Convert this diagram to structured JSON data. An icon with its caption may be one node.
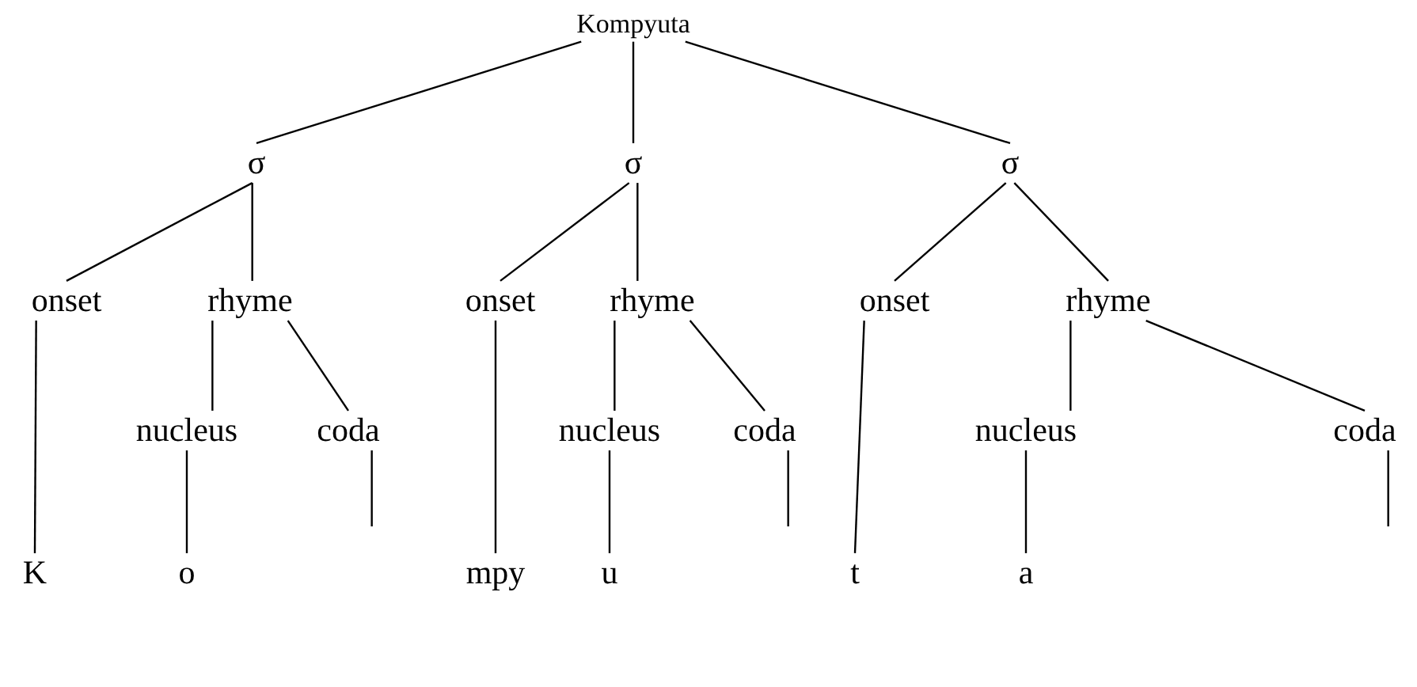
{
  "diagram": {
    "nodes": [
      {
        "text": [
          "Kompyuta"
        ]
      },
      {
        "text": [
          "σ"
        ]
      },
      {
        "text": [
          "σ"
        ]
      },
      {
        "text": [
          "σ"
        ]
      },
      {
        "text": [
          "onset"
        ]
      },
      {
        "text": [
          "rhyme"
        ]
      },
      {
        "text": [
          "onset"
        ]
      },
      {
        "text": [
          "rhyme"
        ]
      },
      {
        "text": [
          "onset"
        ]
      },
      {
        "text": [
          "rhyme"
        ]
      },
      {
        "text": [
          "nucleus"
        ]
      },
      {
        "text": [
          "coda"
        ]
      },
      {
        "text": [
          "nucleus"
        ]
      },
      {
        "text": [
          "coda"
        ]
      },
      {
        "text": [
          "nucleus"
        ]
      },
      {
        "text": [
          "coda"
        ]
      },
      {
        "text": [
          "K"
        ]
      },
      {
        "text": [
          "o"
        ]
      },
      {
        "text": [
          "mpy"
        ]
      },
      {
        "text": [
          "u"
        ]
      },
      {
        "text": [
          "t"
        ]
      },
      {
        "text": [
          "a"
        ]
      }
    ],
    "edges": [
      {
        "from": 0,
        "to": 1,
        "arrow": "none"
      },
      {
        "from": 0,
        "to": 2,
        "arrow": "none"
      },
      {
        "from": 0,
        "to": 3,
        "arrow": "none"
      },
      {
        "from": 1,
        "to": 4,
        "arrow": "none"
      },
      {
        "from": 1,
        "to": 5,
        "arrow": "none"
      },
      {
        "from": 2,
        "to": 6,
        "arrow": "none"
      },
      {
        "from": 2,
        "to": 7,
        "arrow": "none"
      },
      {
        "from": 3,
        "to": 8,
        "arrow": "none"
      },
      {
        "from": 3,
        "to": 9,
        "arrow": "none"
      },
      {
        "from": 5,
        "to": 10,
        "arrow": "none"
      },
      {
        "from": 5,
        "to": 11,
        "arrow": "none"
      },
      {
        "from": 7,
        "to": 12,
        "arrow": "none"
      },
      {
        "from": 7,
        "to": 13,
        "arrow": "none"
      },
      {
        "from": 9,
        "to": 14,
        "arrow": "none"
      },
      {
        "from": 9,
        "to": 15,
        "arrow": "none"
      },
      {
        "from": 4,
        "to": 16,
        "arrow": "none"
      },
      {
        "from": 10,
        "to": 17,
        "arrow": "none"
      },
      {
        "from": 6,
        "to": 18,
        "arrow": "none"
      },
      {
        "from": 12,
        "to": 19,
        "arrow": "none"
      },
      {
        "from": 8,
        "to": 20,
        "arrow": "none"
      },
      {
        "from": 14,
        "to": 21,
        "arrow": "none"
      },
      {
        "from": 11,
        "to": null,
        "arrow": "none"
      },
      {
        "from": 13,
        "to": null,
        "arrow": "none"
      },
      {
        "from": 15,
        "to": null,
        "arrow": "none"
      }
    ]
  }
}
